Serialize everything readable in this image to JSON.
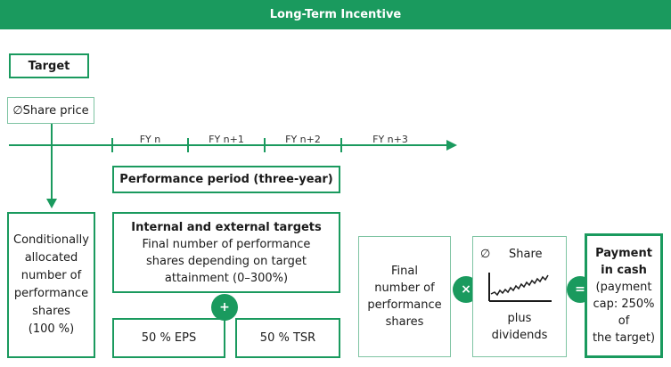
{
  "title": "Long-Term Incentive",
  "target_label": "Target",
  "share_price_label": "∅Share price",
  "fiscal_years": [
    "FY n",
    "FY n+1",
    "FY n+2",
    "FY n+3"
  ],
  "performance_period_label": "Performance period (three-year)",
  "conditional_box": {
    "lines": [
      "Conditionally",
      "allocated",
      "number of",
      "performance",
      "shares",
      "(100 %)"
    ]
  },
  "targets_box": {
    "title": "Internal and external targets",
    "lines": [
      "Final number of performance",
      "shares depending on target",
      "attainment (0–300%)"
    ]
  },
  "eps_label": "50 % EPS",
  "plus_symbol": "+",
  "tsr_label": "50 % TSR",
  "final_box": {
    "lines": [
      "Final",
      "number of",
      "performance",
      "shares"
    ]
  },
  "times_symbol": "×",
  "share_box": {
    "symbol": "∅",
    "label": "Share",
    "lines": [
      "plus",
      "dividends"
    ]
  },
  "equals_symbol": "=",
  "payment_box": {
    "bold_lines": [
      "Payment",
      "in cash"
    ],
    "lines": [
      "(payment",
      "cap: 250% of",
      "the target)"
    ]
  },
  "colors": {
    "accent": "#1a9a5e"
  }
}
